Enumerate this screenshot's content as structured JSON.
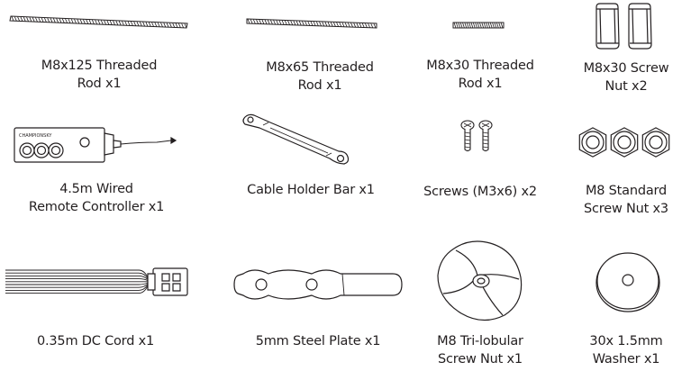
{
  "colors": {
    "ink": "#231f20",
    "paper": "#ffffff"
  },
  "items": [
    {
      "icon": "long-threaded-rod-icon",
      "line1": "M8x125 Threaded",
      "line2": "Rod x1"
    },
    {
      "icon": "medium-threaded-rod-icon",
      "line1": "M8x65 Threaded",
      "line2": "Rod x1"
    },
    {
      "icon": "short-threaded-rod-icon",
      "line1": "M8x30 Threaded",
      "line2": "Rod x1"
    },
    {
      "icon": "screw-nut-icon",
      "line1": "M8x30 Screw",
      "line2": "Nut x2"
    },
    {
      "icon": "remote-controller-icon",
      "line1": "4.5m Wired",
      "line2": "Remote Controller x1",
      "brand": "CHAMPIONSKY"
    },
    {
      "icon": "cable-holder-bar-icon",
      "line1": "Cable Holder Bar x1",
      "line2": ""
    },
    {
      "icon": "screw-icon",
      "line1": "Screws (M3x6) x2",
      "line2": ""
    },
    {
      "icon": "hex-nut-icon",
      "line1": "M8 Standard",
      "line2": "Screw Nut x3"
    },
    {
      "icon": "dc-cord-icon",
      "line1": "0.35m DC Cord x1",
      "line2": ""
    },
    {
      "icon": "steel-plate-icon",
      "line1": "5mm Steel Plate x1",
      "line2": ""
    },
    {
      "icon": "tri-lobular-nut-icon",
      "line1": "M8 Tri-lobular",
      "line2": "Screw Nut x1"
    },
    {
      "icon": "washer-icon",
      "line1": "30x 1.5mm",
      "line2": "Washer x1"
    }
  ]
}
